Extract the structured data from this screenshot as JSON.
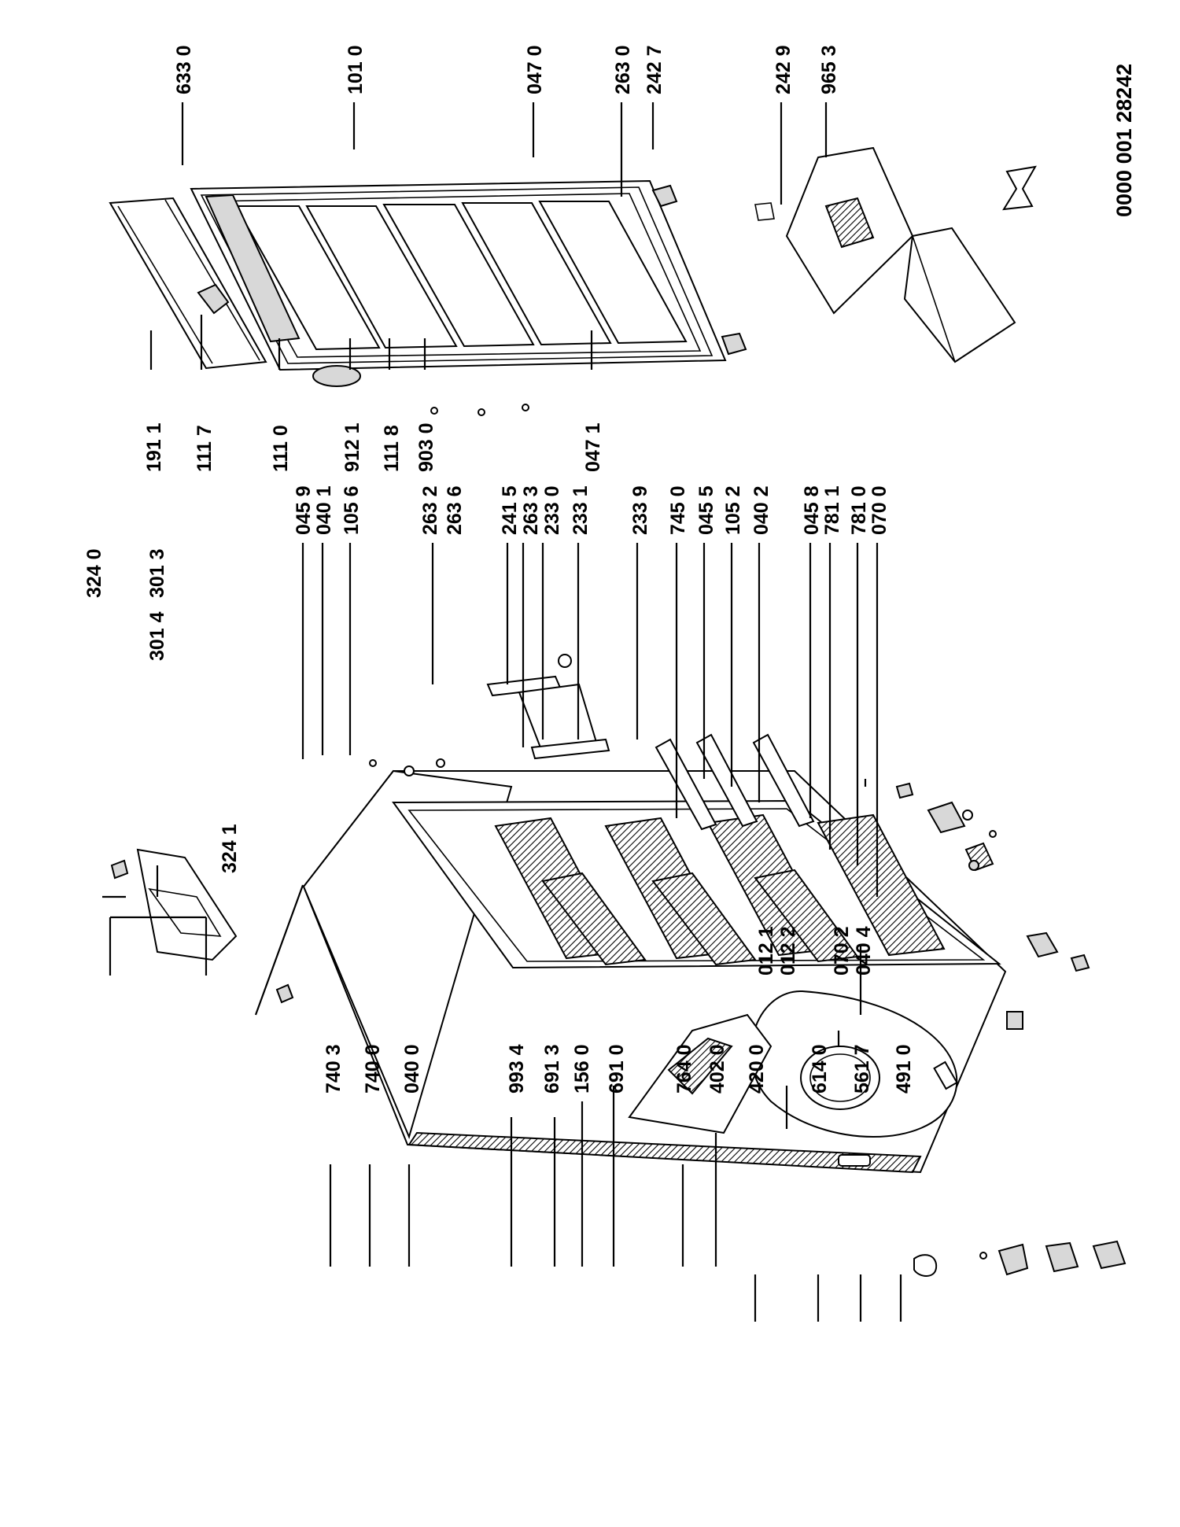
{
  "document_number": "0000 001 28242",
  "labels": {
    "l3240": "324 0",
    "l3013": "301 3",
    "l3014": "301 4",
    "l3241": "324 1",
    "l7403": "740 3",
    "l7400": "740 0",
    "l0400": "040 0",
    "l9934": "993 4",
    "l6913": "691 3",
    "l1560": "156 0",
    "l6910": "691 0",
    "l7640": "764 0",
    "l4020": "402 0",
    "l4200": "420 0",
    "l6140": "614 0",
    "l5617": "561 7",
    "l4910": "491 0",
    "l0121": "012 1",
    "l0122": "012 2",
    "l0702": "070 2",
    "l0404": "040 4",
    "l0459": "045 9",
    "l0401": "040 1",
    "l1056": "105 6",
    "l2632": "263 2",
    "l2636": "263 6",
    "l2415": "241 5",
    "l2633": "263 3",
    "l2330": "233 0",
    "l2331": "233 1",
    "l2339": "233 9",
    "l7450": "745 0",
    "l0455": "045 5",
    "l1052": "105 2",
    "l0402": "040 2",
    "l0458": "045 8",
    "l7811": "781 1",
    "l7810": "781 0",
    "l0700": "070 0",
    "l1911": "191 1",
    "l1117": "111 7",
    "l1110": "111 0",
    "l9121": "912 1",
    "l1118": "111 8",
    "l9030": "903 0",
    "l0471": "047 1",
    "l6330": "633 0",
    "l1010": "101 0",
    "l0470": "047 0",
    "l2630": "263 0",
    "l2427": "242 7",
    "l2429": "242 9",
    "l9653": "965 3"
  }
}
